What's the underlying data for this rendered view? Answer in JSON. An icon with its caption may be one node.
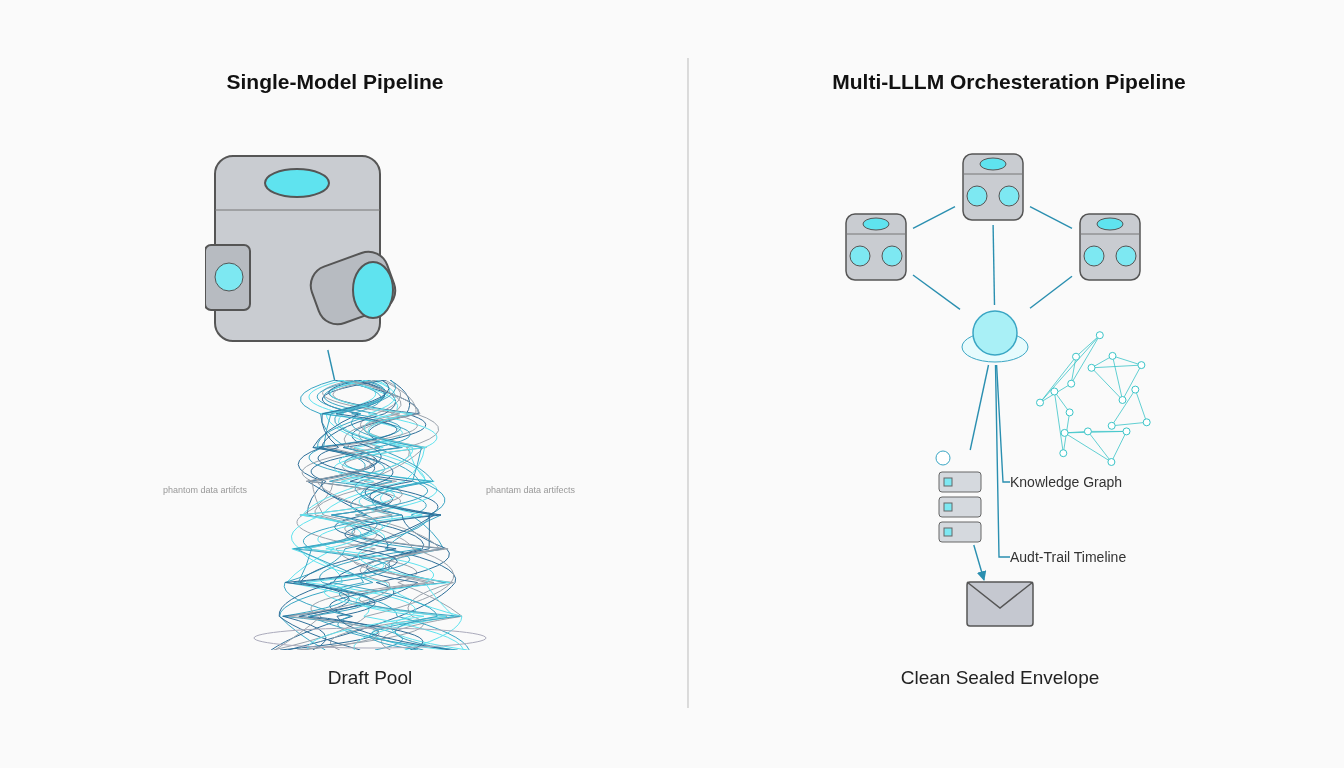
{
  "diagram": {
    "nodes": [
      {
        "text": [
          "Single-Model Pipeline"
        ]
      },
      {
        "text": [
          "Multi-LLLM Orchesteration Pipeline"
        ]
      },
      {
        "text": [],
        "shape": "picture",
        "in": 0
      },
      {
        "text": [
          "Draft Pool"
        ],
        "in": 0,
        "beside": [
          "phantom data artifcts",
          "phantam data artifects"
        ]
      },
      {
        "text": [],
        "shape": "picture",
        "in": 1
      },
      {
        "text": [],
        "shape": "picture",
        "in": 1
      },
      {
        "text": [],
        "shape": "picture",
        "in": 1
      },
      {
        "text": [],
        "shape": "circle",
        "in": 1
      },
      {
        "text": [
          "Knowledge Graph"
        ],
        "in": 1
      },
      {
        "text": [],
        "shape": "picture",
        "in": 1
      },
      {
        "text": [
          "Audt-Trail Timeline"
        ],
        "in": 1
      },
      {
        "text": [
          "Clean Sealed Envelope"
        ],
        "in": 1
      }
    ],
    "edges": [
      {
        "from": 2,
        "to": 3,
        "arrow": "none"
      },
      {
        "from": 4,
        "to": 5,
        "arrow": "none"
      },
      {
        "from": 4,
        "to": 6,
        "arrow": "none"
      },
      {
        "from": 5,
        "to": 7,
        "arrow": "none"
      },
      {
        "from": 6,
        "to": 7,
        "arrow": "none"
      },
      {
        "from": 4,
        "to": 7,
        "arrow": "none"
      },
      {
        "from": 7,
        "to": 8,
        "arrow": "none"
      },
      {
        "from": 7,
        "to": 9,
        "arrow": "none"
      },
      {
        "from": 7,
        "to": 10,
        "arrow": "none"
      },
      {
        "from": 9,
        "to": 11,
        "arrow": "to"
      }
    ]
  }
}
